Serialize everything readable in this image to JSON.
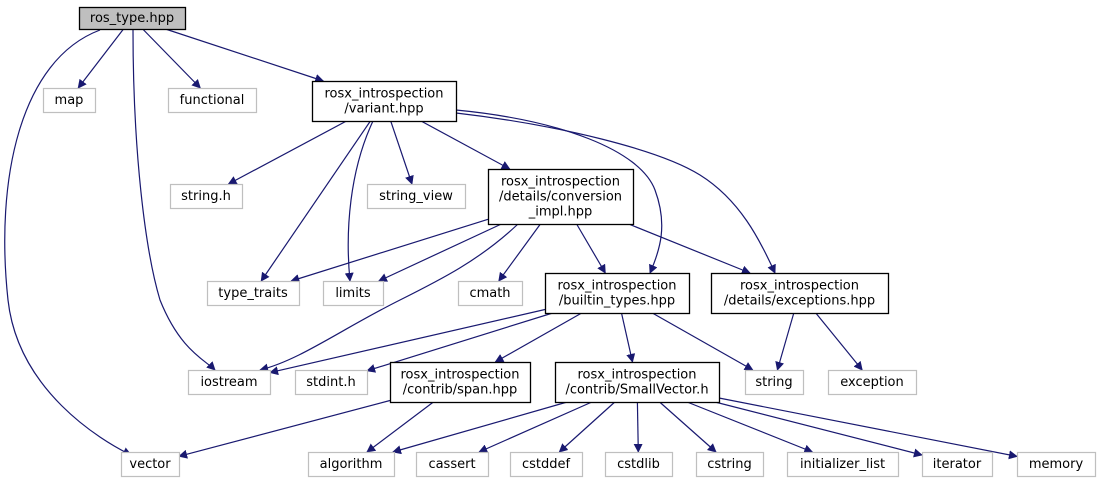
{
  "title": "ros_type.hpp",
  "colors": {
    "edge": "#191970",
    "root_fill": "#bfbfbf",
    "internal_stroke": "#000000",
    "external_stroke": "#bfbfbf"
  },
  "nodes": [
    {
      "id": "ros_type",
      "lines": [
        "ros_type.hpp"
      ],
      "kind": "root"
    },
    {
      "id": "map",
      "lines": [
        "map"
      ],
      "kind": "external"
    },
    {
      "id": "functional",
      "lines": [
        "functional"
      ],
      "kind": "external"
    },
    {
      "id": "variant",
      "lines": [
        "rosx_introspection",
        "/variant.hpp"
      ],
      "kind": "internal"
    },
    {
      "id": "string_h",
      "lines": [
        "string.h"
      ],
      "kind": "external"
    },
    {
      "id": "string_view",
      "lines": [
        "string_view"
      ],
      "kind": "external"
    },
    {
      "id": "conversion_impl",
      "lines": [
        "rosx_introspection",
        "/details/conversion",
        "_impl.hpp"
      ],
      "kind": "internal"
    },
    {
      "id": "type_traits",
      "lines": [
        "type_traits"
      ],
      "kind": "external"
    },
    {
      "id": "limits",
      "lines": [
        "limits"
      ],
      "kind": "external"
    },
    {
      "id": "cmath",
      "lines": [
        "cmath"
      ],
      "kind": "external"
    },
    {
      "id": "builtin_types",
      "lines": [
        "rosx_introspection",
        "/builtin_types.hpp"
      ],
      "kind": "internal"
    },
    {
      "id": "exceptions",
      "lines": [
        "rosx_introspection",
        "/details/exceptions.hpp"
      ],
      "kind": "internal"
    },
    {
      "id": "iostream",
      "lines": [
        "iostream"
      ],
      "kind": "external"
    },
    {
      "id": "stdint_h",
      "lines": [
        "stdint.h"
      ],
      "kind": "external"
    },
    {
      "id": "span",
      "lines": [
        "rosx_introspection",
        "/contrib/span.hpp"
      ],
      "kind": "internal"
    },
    {
      "id": "smallvector",
      "lines": [
        "rosx_introspection",
        "/contrib/SmallVector.h"
      ],
      "kind": "internal"
    },
    {
      "id": "string",
      "lines": [
        "string"
      ],
      "kind": "external"
    },
    {
      "id": "exception",
      "lines": [
        "exception"
      ],
      "kind": "external"
    },
    {
      "id": "vector",
      "lines": [
        "vector"
      ],
      "kind": "external"
    },
    {
      "id": "algorithm",
      "lines": [
        "algorithm"
      ],
      "kind": "external"
    },
    {
      "id": "cassert",
      "lines": [
        "cassert"
      ],
      "kind": "external"
    },
    {
      "id": "cstddef",
      "lines": [
        "cstddef"
      ],
      "kind": "external"
    },
    {
      "id": "cstdlib",
      "lines": [
        "cstdlib"
      ],
      "kind": "external"
    },
    {
      "id": "cstring",
      "lines": [
        "cstring"
      ],
      "kind": "external"
    },
    {
      "id": "initializer_list",
      "lines": [
        "initializer_list"
      ],
      "kind": "external"
    },
    {
      "id": "iterator",
      "lines": [
        "iterator"
      ],
      "kind": "external"
    },
    {
      "id": "memory",
      "lines": [
        "memory"
      ],
      "kind": "external"
    }
  ],
  "edges": [
    [
      "ros_type",
      "map"
    ],
    [
      "ros_type",
      "functional"
    ],
    [
      "ros_type",
      "variant"
    ],
    [
      "ros_type",
      "iostream"
    ],
    [
      "ros_type",
      "vector"
    ],
    [
      "variant",
      "string_h"
    ],
    [
      "variant",
      "string_view"
    ],
    [
      "variant",
      "conversion_impl"
    ],
    [
      "variant",
      "type_traits"
    ],
    [
      "variant",
      "limits"
    ],
    [
      "variant",
      "builtin_types"
    ],
    [
      "variant",
      "exceptions"
    ],
    [
      "conversion_impl",
      "type_traits"
    ],
    [
      "conversion_impl",
      "limits"
    ],
    [
      "conversion_impl",
      "cmath"
    ],
    [
      "conversion_impl",
      "builtin_types"
    ],
    [
      "conversion_impl",
      "exceptions"
    ],
    [
      "conversion_impl",
      "iostream"
    ],
    [
      "builtin_types",
      "iostream"
    ],
    [
      "builtin_types",
      "stdint_h"
    ],
    [
      "builtin_types",
      "span"
    ],
    [
      "builtin_types",
      "smallvector"
    ],
    [
      "builtin_types",
      "string"
    ],
    [
      "exceptions",
      "string"
    ],
    [
      "exceptions",
      "exception"
    ],
    [
      "span",
      "vector"
    ],
    [
      "span",
      "algorithm"
    ],
    [
      "smallvector",
      "algorithm"
    ],
    [
      "smallvector",
      "cassert"
    ],
    [
      "smallvector",
      "cstddef"
    ],
    [
      "smallvector",
      "cstdlib"
    ],
    [
      "smallvector",
      "cstring"
    ],
    [
      "smallvector",
      "initializer_list"
    ],
    [
      "smallvector",
      "iterator"
    ],
    [
      "smallvector",
      "memory"
    ]
  ]
}
